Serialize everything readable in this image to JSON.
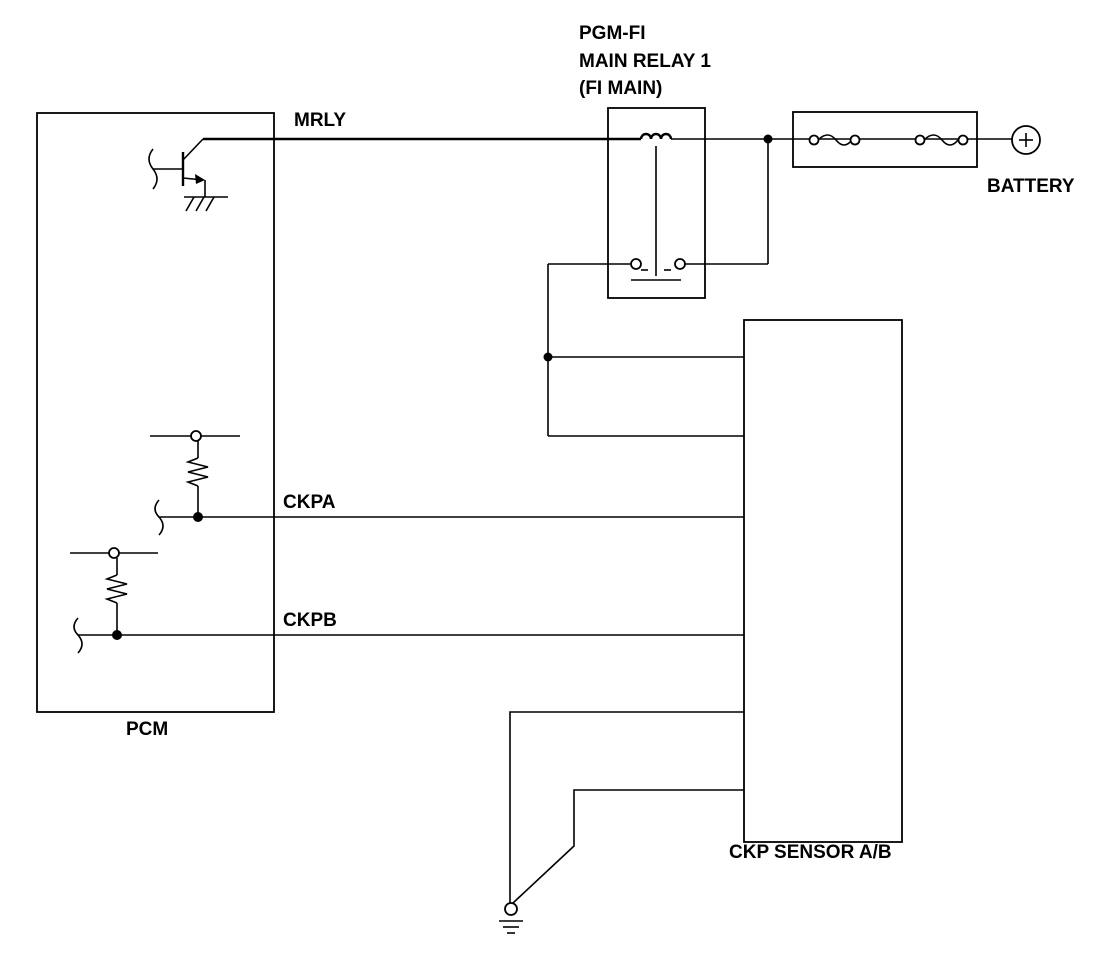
{
  "labels": {
    "relay_line1": "PGM-FI",
    "relay_line2": "MAIN RELAY 1",
    "relay_line3": "(FI MAIN)",
    "mrly": "MRLY",
    "battery": "BATTERY",
    "ckpa": "CKPA",
    "ckpb": "CKPB",
    "pcm": "PCM",
    "sensor": "CKP SENSOR A/B"
  },
  "colors": {
    "line": "#000000",
    "background": "#ffffff"
  },
  "icons": {
    "battery": "battery-plus-icon",
    "ground": "ground-icon",
    "transistor": "transistor-icon",
    "resistor": "resistor-icon",
    "fuse": "fuse-icon",
    "relay_coil": "relay-coil-icon",
    "relay_switch": "relay-switch-icon"
  }
}
